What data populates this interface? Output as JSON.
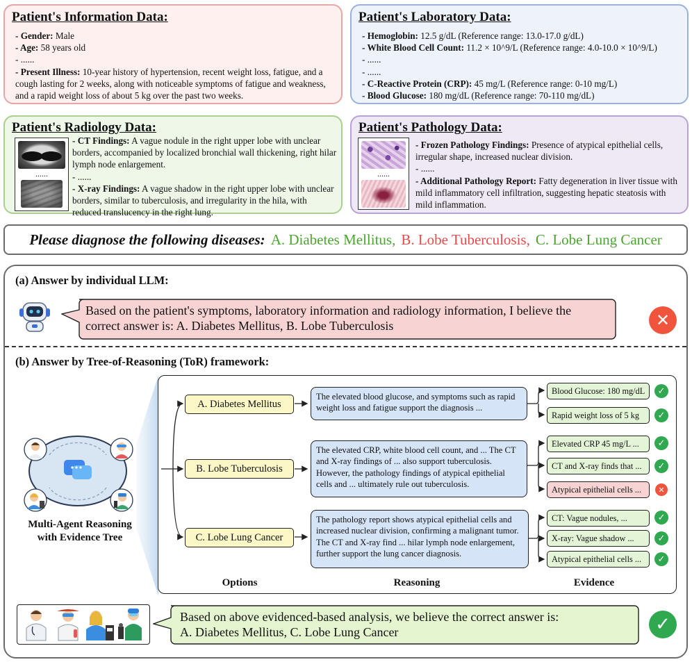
{
  "patient_info": {
    "title": "Patient's Information Data:",
    "lines": [
      {
        "label": "- Gender:",
        "text": " Male"
      },
      {
        "label": "- Age:",
        "text": " 58 years old"
      },
      {
        "label": "",
        "text": "- ......"
      },
      {
        "label": "- Present Illness:",
        "text": " 10-year history of hypertension, recent weight loss, fatigue, and a cough lasting for 2 weeks, along with noticeable symptoms of fatigue and weakness, and a rapid weight loss of about 5 kg over the past two weeks."
      }
    ]
  },
  "lab": {
    "title": "Patient's Laboratory Data:",
    "lines": [
      {
        "label": "- Hemoglobin:",
        "text": " 12.5 g/dL (Reference range: 13.0-17.0 g/dL)"
      },
      {
        "label": "- White Blood Cell Count:",
        "text": " 11.2 × 10^9/L (Reference range: 4.0-10.0 × 10^9/L)"
      },
      {
        "label": "",
        "text": "- ......"
      },
      {
        "label": "",
        "text": "- ......"
      },
      {
        "label": "- C-Reactive Protein (CRP):",
        "text": " 45 mg/L (Reference range: 0-10 mg/L)"
      },
      {
        "label": "- Blood Glucose:",
        "text": " 180 mg/dL (Reference range: 70-110 mg/dL)"
      }
    ]
  },
  "radiology": {
    "title": "Patient's Radiology Data:",
    "dots": "......",
    "lines": [
      {
        "label": "- CT Findings:",
        "text": " A vague nodule in the right upper lobe with unclear borders, accompanied by localized bronchial wall thickening, right hilar lymph node enlargement."
      },
      {
        "label": "",
        "text": "- ......"
      },
      {
        "label": "- X-ray Findings:",
        "text": " A vague shadow in the right upper lobe with unclear borders, similar to tuberculosis, and irregularity in the hila, with reduced translucency in the right lung."
      }
    ]
  },
  "pathology": {
    "title": "Patient's Pathology Data:",
    "dots": "......",
    "lines": [
      {
        "label": "- Frozen Pathology Findings:",
        "text": " Presence of atypical epithelial cells, irregular shape, increased nuclear division."
      },
      {
        "label": "",
        "text": "- ......"
      },
      {
        "label": "- Additional Pathology Report:",
        "text": " Fatty degeneration in liver tissue with mild inflammatory cell infiltration, suggesting hepatic steatosis with mild inflammation."
      }
    ]
  },
  "question": {
    "prompt": "Please diagnose the following diseases:",
    "option_a": "A. Diabetes Mellitus,",
    "option_b": "B. Lobe Tuberculosis,",
    "option_c": "C. Lobe Lung Cancer"
  },
  "section_a": {
    "title": "(a) Answer by individual LLM:",
    "answer": "Based on the patient's symptoms, laboratory information and radiology information, I believe the correct answer is: A. Diabetes Mellitus,  B. Lobe Tuberculosis"
  },
  "section_b": {
    "title": "(b) Answer by Tree-of-Reasoning (ToR) framework:",
    "agent_caption_1": "Multi-Agent Reasoning",
    "agent_caption_2": "with Evidence Tree",
    "bubble_text": "......",
    "options": [
      "A. Diabetes Mellitus",
      "B. Lobe Tuberculosis",
      "C. Lobe Lung Cancer"
    ],
    "reasoning": [
      "The elevated blood glucose, and symptoms such as rapid weight loss and fatigue support the diagnosis ...",
      "The elevated CRP, white blood cell count, and ... The CT and X-ray findings of ... also support tuberculosis. However, the pathology findings of atypical epithelial cells and ... ultimately rule out tuberculosis.",
      "The pathology report shows atypical epithelial cells and increased nuclear division, confirming a malignant tumor. The CT and X-ray find ... hilar lymph node enlargement, further support the lung cancer diagnosis."
    ],
    "evidence": [
      {
        "text": "Blood Glucose: 180 mg/dL",
        "status": "ok"
      },
      {
        "text": "Rapid weight loss of 5 kg",
        "status": "ok"
      },
      {
        "text": "Elevated CRP 45 mg/L ...",
        "status": "ok"
      },
      {
        "text": "CT and X-ray finds that ...",
        "status": "ok"
      },
      {
        "text": "Atypical epithelial cells ...",
        "status": "bad"
      },
      {
        "text": "CT: Vague nodules, ...",
        "status": "ok"
      },
      {
        "text": "X-ray: Vague shadow ...",
        "status": "ok"
      },
      {
        "text": "Atypical epithelial cells ...",
        "status": "ok"
      }
    ],
    "col_options": "Options",
    "col_reasoning": "Reasoning",
    "col_evidence": "Evidence",
    "final_line1": "Based on above evidenced-based analysis, we believe the correct answer is:",
    "final_line2": "A. Diabetes Mellitus,  C. Lobe Lung Cancer"
  },
  "colors": {
    "info_border": "#e8a5a8",
    "info_bg": "#fdf0ef",
    "lab_border": "#9bb2d8",
    "lab_bg": "#eef3fb",
    "rad_border": "#a9d08e",
    "rad_bg": "#eef7e8",
    "path_border": "#b7a3d3",
    "path_bg": "#efe9f6",
    "green": "#4aa52e",
    "red": "#e24b4b",
    "check_green": "#2fa84f",
    "cross_red": "#f0543c"
  }
}
